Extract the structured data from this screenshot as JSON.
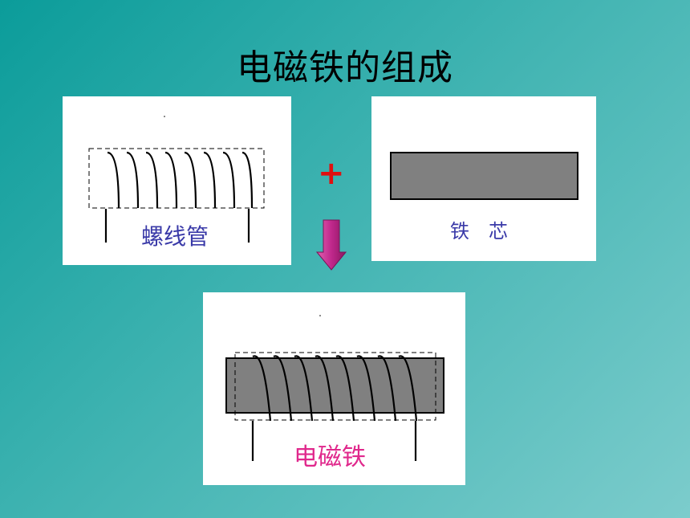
{
  "title": "电磁铁的组成",
  "solenoid_panel": {
    "label": "螺线管"
  },
  "core_panel": {
    "label": "铁　芯"
  },
  "plus_sign": "+",
  "electromagnet_panel": {
    "label": "电磁铁"
  },
  "colors": {
    "label_blue": "#3a3aa8",
    "label_magenta": "#e0288c",
    "plus_red": "#e01010",
    "core_gray": "#808080",
    "arrow_magenta": "#c0288c"
  }
}
